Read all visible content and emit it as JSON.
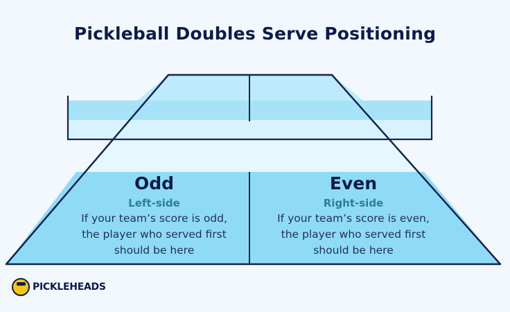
{
  "title": "Pickleball Doubles Serve Positioning",
  "odd": {
    "heading": "Odd",
    "side": "Left-side",
    "line1": "If your team’s score is odd,",
    "line2": "the player who served first",
    "line3": "should be here"
  },
  "even": {
    "heading": "Even",
    "side": "Right-side",
    "line1": "If your team’s score is even,",
    "line2": "the player who served first",
    "line3": "should be here"
  },
  "brand": "PICKLEHEADS",
  "colors": {
    "court_fill": "#8fdbf7",
    "court_light": "#c9effc",
    "net_fill": "#a6e3f8",
    "line": "#16244e",
    "title": "#0d1b4a",
    "accent": "#2a7f95"
  }
}
